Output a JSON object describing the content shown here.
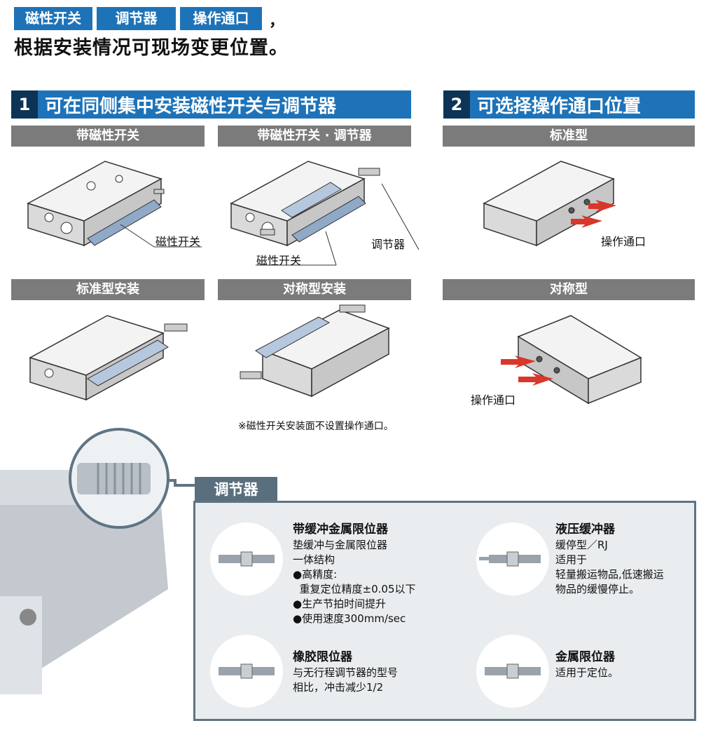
{
  "header": {
    "tags": [
      "磁性开关",
      "调节器",
      "操作通口"
    ],
    "comma": "，",
    "subtitle": "根据安装情况可现场变更位置。"
  },
  "section1": {
    "number": "1",
    "title": "可在同侧集中安装磁性开关与调节器",
    "bars": [
      "带磁性开关",
      "带磁性开关 · 调节器",
      "标准型安装",
      "对称型安装"
    ],
    "labels": {
      "switch_a": "磁性开关",
      "adjuster": "调节器",
      "switch_b": "磁性开关"
    },
    "note": "※磁性开关安装面不设置操作通口。"
  },
  "section2": {
    "number": "2",
    "title": "可选择操作通口位置",
    "bars": [
      "标准型",
      "对称型"
    ],
    "labels": {
      "port_a": "操作通口",
      "port_b": "操作通口"
    }
  },
  "adjuster_panel": {
    "tab": "调节器",
    "items": [
      {
        "title": "带缓冲金属限位器",
        "lines": [
          "垫缓冲与金属限位器",
          "一体结构",
          "●高精度:",
          "  重复定位精度±0.05以下",
          "●生产节拍时间提升",
          "●使用速度300mm/sec"
        ]
      },
      {
        "title": "液压缓冲器",
        "lines": [
          "缓停型／RJ",
          "适用于",
          "轻量搬运物品,低速搬运",
          "物品的缓慢停止。"
        ]
      },
      {
        "title": "橡胶限位器",
        "lines": [
          "与无行程调节器的型号",
          "相比，冲击减少1/2"
        ]
      },
      {
        "title": "金属限位器",
        "lines": [
          "适用于定位。"
        ]
      }
    ]
  },
  "colors": {
    "accent": "#1e73b8",
    "accent_dark": "#0d3457",
    "bar_gray": "#7b7b7b",
    "panel_border": "#5f7483",
    "panel_bg": "#e9edef",
    "arrow_red": "#d9362c"
  },
  "icons": [
    "slide-table-figure",
    "adjuster-bolt-figure",
    "red-arrow-icon"
  ]
}
